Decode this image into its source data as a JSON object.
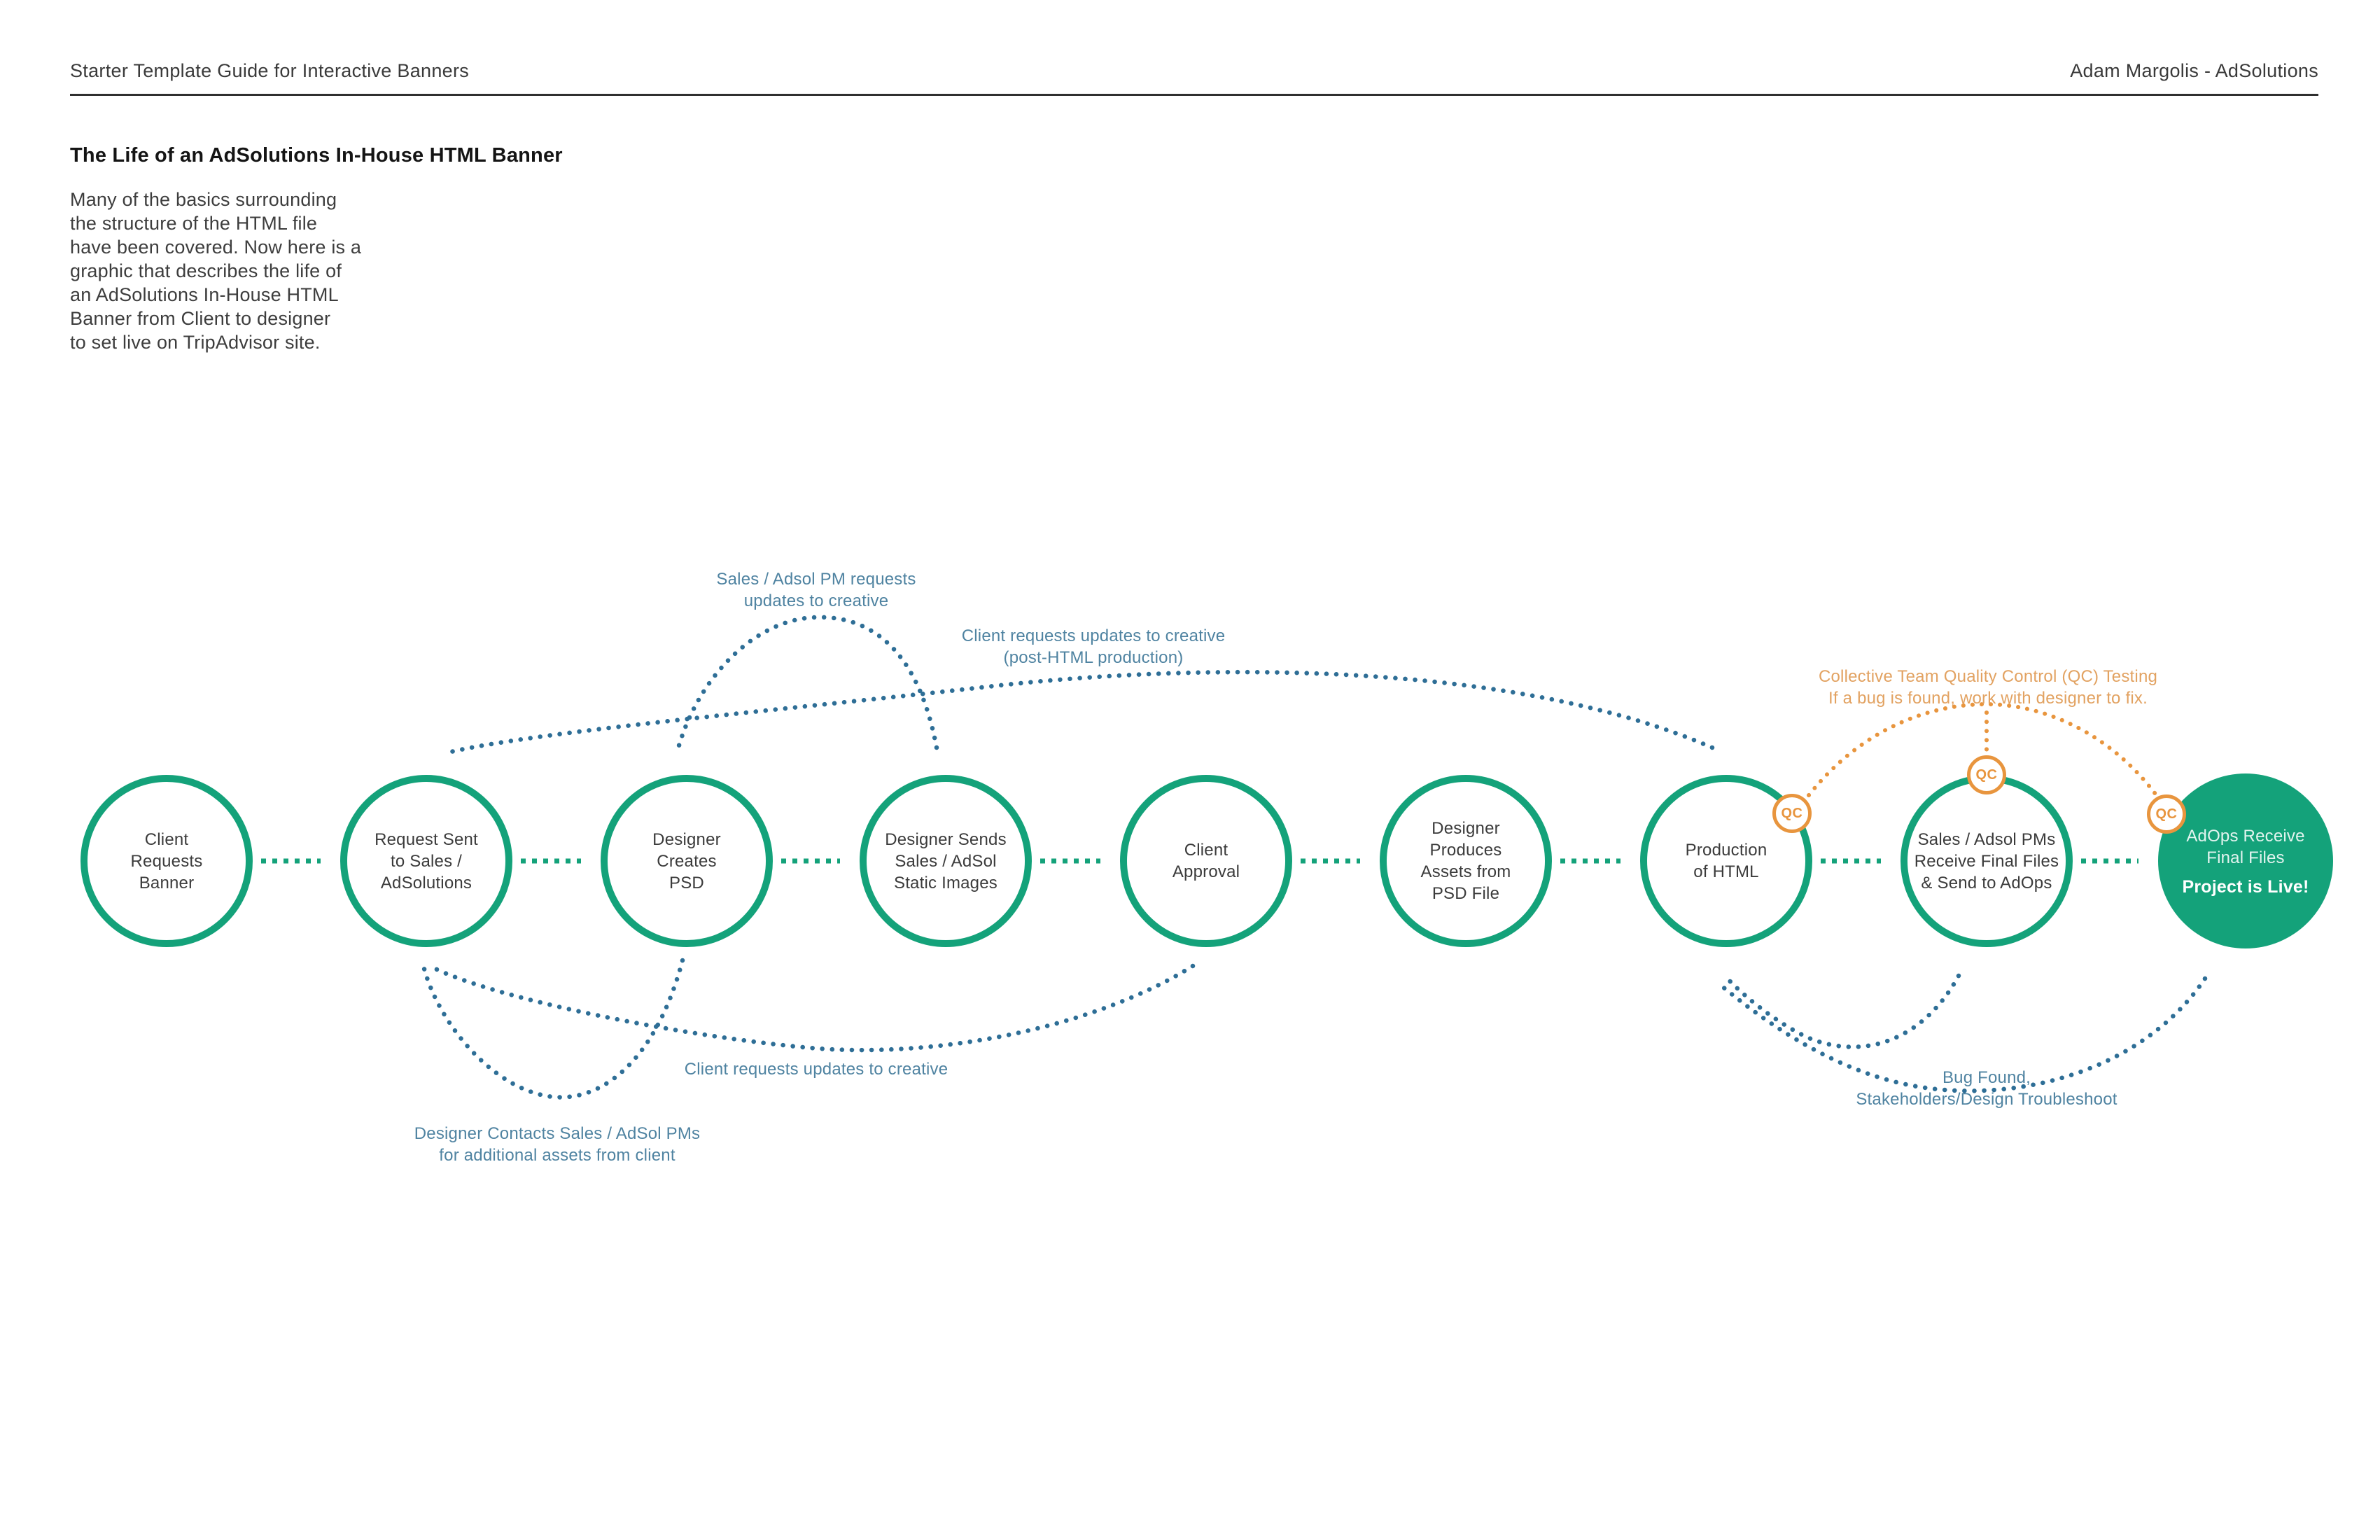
{
  "header": {
    "left_title": "Starter Template Guide for Interactive Banners",
    "right_title": "Adam Margolis - AdSolutions"
  },
  "intro": {
    "heading": "The Life of an AdSolutions In-House HTML Banner",
    "paragraph": "Many of the basics surrounding\nthe structure of the HTML file\nhave been covered. Now here is a\ngraphic that describes the life of\nan AdSolutions In-House HTML\nBanner from Client to designer\nto set live on TripAdvisor site."
  },
  "flow": {
    "qc_badge": "QC",
    "steps": [
      {
        "label": "Client\nRequests\nBanner"
      },
      {
        "label": "Request Sent\nto Sales /\nAdSolutions"
      },
      {
        "label": "Designer\nCreates\nPSD"
      },
      {
        "label": "Designer Sends\nSales / AdSol\nStatic Images"
      },
      {
        "label": "Client\nApproval"
      },
      {
        "label": "Designer\nProduces\nAssets from\nPSD File"
      },
      {
        "label": "Production\nof HTML"
      },
      {
        "label": "Sales / Adsol PMs\nReceive Final Files\n& Send to AdOps"
      },
      {
        "label": "AdOps Receive\nFinal Files",
        "sub_label": "Project is Live!"
      }
    ]
  },
  "annotations": {
    "sales_pm_updates": "Sales / Adsol PM requests\nupdates to creative",
    "client_updates_post_html": "Client requests updates to creative\n(post-HTML production)",
    "qc_testing": "Collective Team Quality Control (QC) Testing\nIf a bug is found, work with designer to fix.",
    "client_updates": "Client requests updates to creative",
    "designer_contacts": "Designer Contacts Sales / AdSol PMs\nfor additional assets from client",
    "bug_found": "Bug Found,\nStakeholders/Design Troubleshoot"
  },
  "colors": {
    "green": "#14A27A",
    "blue_arrow": "#2E6E96",
    "blue_text": "#4F83A1",
    "orange": "#E8953E",
    "orange_text": "#E2A261"
  }
}
